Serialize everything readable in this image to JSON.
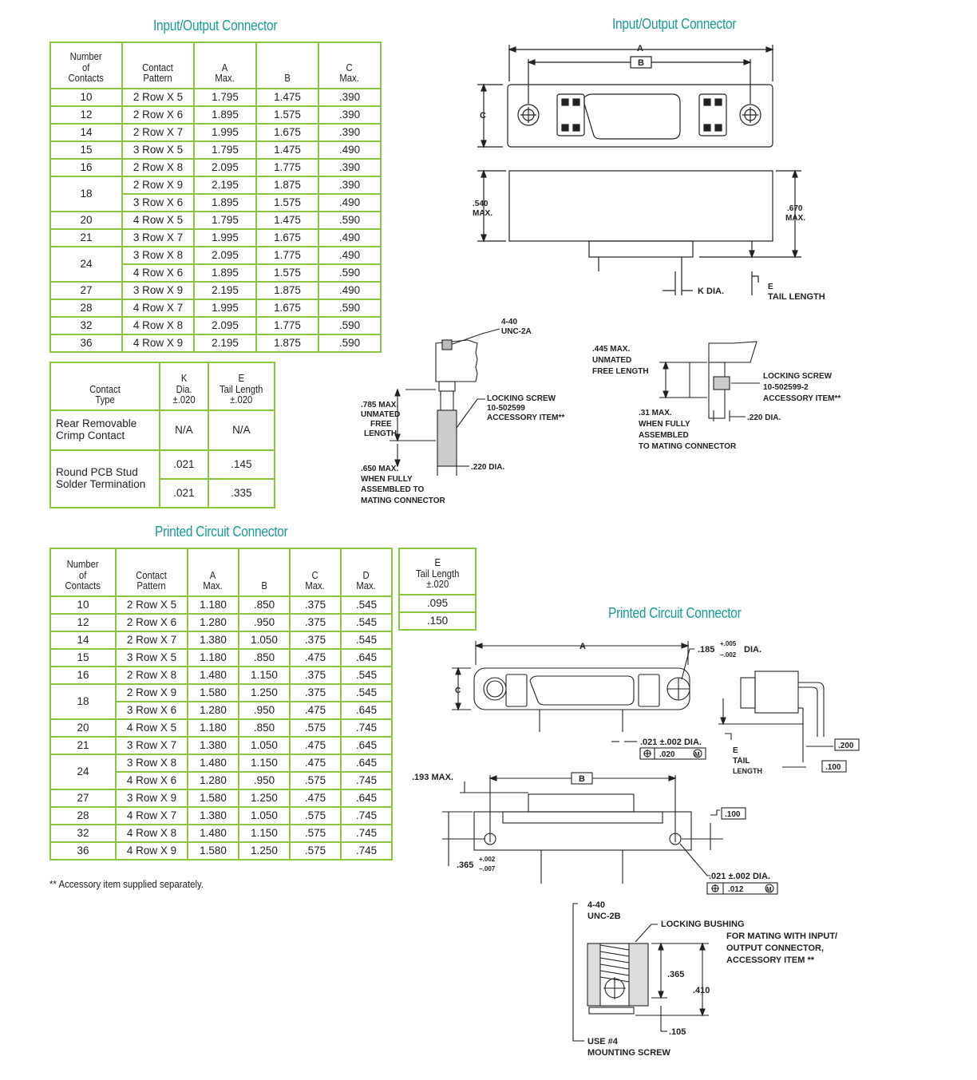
{
  "io_title": "Input/Output Connector",
  "pc_title": "Printed Circuit Connector",
  "io_table": {
    "headers": [
      "Number\nof\nContacts",
      "Contact\nPattern",
      "A\nMax.",
      "B",
      "C\nMax."
    ],
    "rows": [
      {
        "n": "10",
        "p": "2 Row X 5",
        "a": "1.795",
        "b": "1.475",
        "c": ".390"
      },
      {
        "n": "12",
        "p": "2 Row X 6",
        "a": "1.895",
        "b": "1.575",
        "c": ".390"
      },
      {
        "n": "14",
        "p": "2 Row X 7",
        "a": "1.995",
        "b": "1.675",
        "c": ".390"
      },
      {
        "n": "15",
        "p": "3 Row X 5",
        "a": "1.795",
        "b": "1.475",
        "c": ".490"
      },
      {
        "n": "16",
        "p": "2 Row X 8",
        "a": "2.095",
        "b": "1.775",
        "c": ".390"
      },
      {
        "n": "18",
        "p": "2 Row X 9",
        "a": "2.195",
        "b": "1.875",
        "c": ".390"
      },
      {
        "n": "",
        "p": "3 Row X 6",
        "a": "1.895",
        "b": "1.575",
        "c": ".490"
      },
      {
        "n": "20",
        "p": "4 Row X 5",
        "a": "1.795",
        "b": "1.475",
        "c": ".590"
      },
      {
        "n": "21",
        "p": "3 Row X 7",
        "a": "1.995",
        "b": "1.675",
        "c": ".490"
      },
      {
        "n": "24",
        "p": "3 Row X 8",
        "a": "2.095",
        "b": "1.775",
        "c": ".490"
      },
      {
        "n": "",
        "p": "4 Row X 6",
        "a": "1.895",
        "b": "1.575",
        "c": ".590"
      },
      {
        "n": "27",
        "p": "3 Row X 9",
        "a": "2.195",
        "b": "1.875",
        "c": ".490"
      },
      {
        "n": "28",
        "p": "4 Row X 7",
        "a": "1.995",
        "b": "1.675",
        "c": ".590"
      },
      {
        "n": "32",
        "p": "4 Row X 8",
        "a": "2.095",
        "b": "1.775",
        "c": ".590"
      },
      {
        "n": "36",
        "p": "4 Row X 9",
        "a": "2.195",
        "b": "1.875",
        "c": ".590"
      }
    ]
  },
  "contact_table": {
    "headers": [
      "Contact\nType",
      "K\nDia.\n±.020",
      "E\nTail Length\n±.020"
    ],
    "rows": [
      {
        "type": "Rear Removable Crimp Contact",
        "k": "N/A",
        "e": "N/A"
      },
      {
        "type": "Round PCB Stud Solder Termination",
        "k": ".021",
        "e": ".145"
      },
      {
        "type": "",
        "k": ".021",
        "e": ".335"
      }
    ]
  },
  "pc_table": {
    "headers": [
      "Number\nof\nContacts",
      "Contact\nPattern",
      "A\nMax.",
      "B",
      "C\nMax.",
      "D\nMax."
    ],
    "rows": [
      {
        "n": "10",
        "p": "2 Row X 5",
        "a": "1.180",
        "b": ".850",
        "c": ".375",
        "d": ".545"
      },
      {
        "n": "12",
        "p": "2 Row X 6",
        "a": "1.280",
        "b": ".950",
        "c": ".375",
        "d": ".545"
      },
      {
        "n": "14",
        "p": "2 Row X 7",
        "a": "1.380",
        "b": "1.050",
        "c": ".375",
        "d": ".545"
      },
      {
        "n": "15",
        "p": "3 Row X 5",
        "a": "1.180",
        "b": ".850",
        "c": ".475",
        "d": ".645"
      },
      {
        "n": "16",
        "p": "2 Row X 8",
        "a": "1.480",
        "b": "1.150",
        "c": ".375",
        "d": ".545"
      },
      {
        "n": "18",
        "p": "2 Row X 9",
        "a": "1.580",
        "b": "1.250",
        "c": ".375",
        "d": ".545"
      },
      {
        "n": "",
        "p": "3 Row X 6",
        "a": "1.280",
        "b": ".950",
        "c": ".475",
        "d": ".645"
      },
      {
        "n": "20",
        "p": "4 Row X 5",
        "a": "1.180",
        "b": ".850",
        "c": ".575",
        "d": ".745"
      },
      {
        "n": "21",
        "p": "3 Row X 7",
        "a": "1.380",
        "b": "1.050",
        "c": ".475",
        "d": ".645"
      },
      {
        "n": "24",
        "p": "3 Row X 8",
        "a": "1.480",
        "b": "1.150",
        "c": ".475",
        "d": ".645"
      },
      {
        "n": "",
        "p": "4 Row X 6",
        "a": "1.280",
        "b": ".950",
        "c": ".575",
        "d": ".745"
      },
      {
        "n": "27",
        "p": "3 Row X 9",
        "a": "1.580",
        "b": "1.250",
        "c": ".475",
        "d": ".645"
      },
      {
        "n": "28",
        "p": "4 Row X 7",
        "a": "1.380",
        "b": "1.050",
        "c": ".575",
        "d": ".745"
      },
      {
        "n": "32",
        "p": "4 Row X 8",
        "a": "1.480",
        "b": "1.150",
        "c": ".575",
        "d": ".745"
      },
      {
        "n": "36",
        "p": "4 Row X 9",
        "a": "1.580",
        "b": "1.250",
        "c": ".575",
        "d": ".745"
      }
    ]
  },
  "tail_table": {
    "header": "E\nTail Length\n±.020",
    "rows": [
      ".095",
      ".150"
    ]
  },
  "footnote": "** Accessory item supplied separately.",
  "dwg_labels": {
    "A": "A",
    "B": "B",
    "C": "C",
    "io_540": ".540",
    "io_max": "MAX.",
    "io_670": ".670",
    "io_k": "K DIA.",
    "io_e": "E",
    "io_tail": "TAIL LENGTH",
    "ls_440": "4-40",
    "ls_unc2a": "UNC-2A",
    "ls_785": ".785 MAX.",
    "ls_unmated": "UNMATED",
    "ls_free": "FREE",
    "ls_length": "LENGTH",
    "ls_locking": "LOCKING SCREW",
    "ls_part": "10-502599",
    "ls_acc": "ACCESSORY ITEM**",
    "ls_220": ".220 DIA.",
    "ls_650": ".650 MAX.",
    "ls_when": "WHEN FULLY",
    "ls_assembled": "ASSEMBLED TO",
    "ls_mating": "MATING CONNECTOR",
    "ls2_445": ".445 MAX.",
    "ls2_unmated": "UNMATED",
    "ls2_free": "FREE LENGTH",
    "ls2_locking": "LOCKING SCREW",
    "ls2_part": "10-502599-2",
    "ls2_acc": "ACCESSORY ITEM**",
    "ls2_31": ".31 MAX.",
    "ls2_when": "WHEN FULLY",
    "ls2_assembled": "ASSEMBLED",
    "ls2_to": "TO MATING CONNECTOR",
    "ls2_220": ".220 DIA.",
    "pc_185": ".185",
    "pc_p005": "+.005",
    "pc_m002": "−.002",
    "pc_dia": "DIA.",
    "pc_021": ".021 ±.002 DIA.",
    "pc_fcf1": ".020",
    "pc_m": "M",
    "pc_e": "E",
    "pc_tail": "TAIL",
    "pc_length": "LENGTH",
    "pc_200": ".200",
    "pc_100a": ".100",
    "pc_193": ".193 MAX.",
    "pc_100b": ".100",
    "pc_365": ".365",
    "pc_p002": "+.002",
    "pc_m007": "−.007",
    "pc_021b": ".021 ±.002 DIA.",
    "pc_fcf2": ".012",
    "lb_440": "4-40",
    "lb_unc2b": "UNC-2B",
    "lb_locking": "LOCKING BUSHING",
    "lb_for": "FOR MATING WITH INPUT/",
    "lb_output": "OUTPUT CONNECTOR,",
    "lb_acc": "ACCESSORY ITEM **",
    "lb_365": ".365",
    "lb_410": ".410",
    "lb_105": ".105",
    "lb_use": "USE #4",
    "lb_mount": "MOUNTING SCREW"
  }
}
